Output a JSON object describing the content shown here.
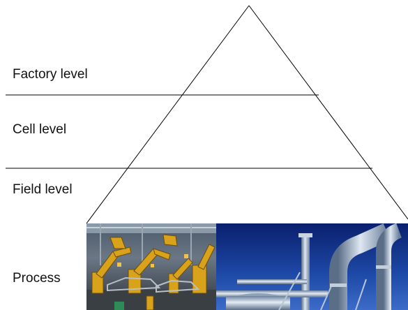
{
  "diagram": {
    "levels": [
      {
        "label": "Factory level"
      },
      {
        "label": "Cell level"
      },
      {
        "label": "Field level"
      },
      {
        "label": "Process"
      }
    ],
    "photos": [
      {
        "subject": "robotic-assembly-line",
        "main_color": "#d9a21b"
      },
      {
        "subject": "refinery-pipes",
        "main_color": "#8fa6c4"
      }
    ],
    "line_color": "#000000"
  }
}
